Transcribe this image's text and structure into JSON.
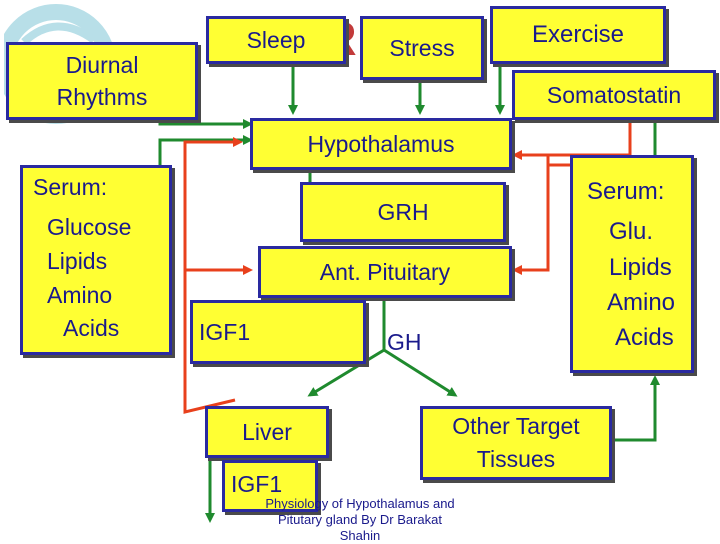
{
  "nodes": {
    "diurnal": "Diurnal\nRhythms",
    "sleep": "Sleep",
    "stress": "Stress",
    "exercise": "Exercise",
    "somatostatin": "Somatostatin",
    "hypothalamus": "Hypothalamus",
    "grh": "GRH",
    "ant_pituitary": "Ant. Pituitary",
    "gh": "GH",
    "igf1_mid": "IGF1",
    "liver": "Liver",
    "igf1_bottom": "IGF1",
    "other_target": "Other Target\nTissues"
  },
  "serum_left": {
    "title": "Serum:",
    "items": [
      "Glucose",
      "Lipids",
      "Amino",
      "Acids"
    ]
  },
  "serum_right": {
    "title": "Serum:",
    "items": [
      "Glu.",
      "Lipids",
      "Amino",
      "Acids"
    ]
  },
  "footer": "Physiology of Hypothalamus and\nPitutary gland By Dr Barakat\nShahin",
  "colors": {
    "box_fill": "#ffff33",
    "stimulate_arrow": "#1f8a2e",
    "inhibit_arrow": "#e8401c",
    "text": "#1a1a8c"
  }
}
